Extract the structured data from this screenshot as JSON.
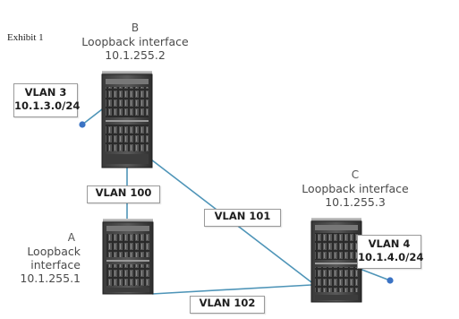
{
  "exhibit_label": "Exhibit 1",
  "devices": {
    "b": {
      "letter": "B",
      "line1": "Loopback interface",
      "line2": "10.1.255.2"
    },
    "c": {
      "letter": "C",
      "line1": "Loopback interface",
      "line2": "10.1.255.3"
    },
    "a": {
      "letter": "A",
      "line1": "Loopback",
      "line2": "interface",
      "line3": "10.1.255.1"
    }
  },
  "subnets": {
    "vlan3": {
      "name": "VLAN 3",
      "network": "10.1.3.0/24"
    },
    "vlan4": {
      "name": "VLAN 4",
      "network": "10.1.4.0/24"
    }
  },
  "links": {
    "vlan100": "VLAN 100",
    "vlan101": "VLAN 101",
    "vlan102": "VLAN 102"
  },
  "colors": {
    "link_line": "#4f95b8",
    "endpoint_dot": "#3b73c4",
    "chassis_dark": "#2b2b2b",
    "chassis_mid": "#4a4a4a",
    "label_text": "#4a4a4a"
  }
}
